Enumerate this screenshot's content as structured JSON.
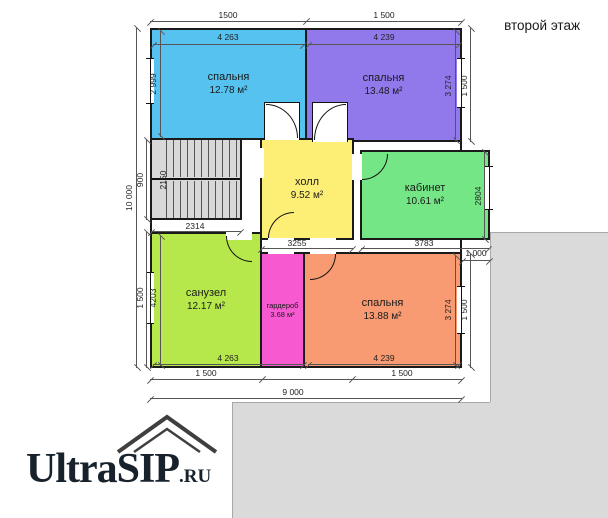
{
  "title": "второй этаж",
  "logo": {
    "name": "UltraSIP",
    "tld": ".RU"
  },
  "rooms": [
    {
      "name": "спальня",
      "area": "12.78 м²",
      "color": "#56c2f0"
    },
    {
      "name": "спальня",
      "area": "13.48 м²",
      "color": "#9179ec"
    },
    {
      "name": "холл",
      "area": "9.52 м²",
      "color": "#fdee75"
    },
    {
      "name": "кабинет",
      "area": "10.61 м²",
      "color": "#74e686"
    },
    {
      "name": "санузел",
      "area": "12.17 м²",
      "color": "#b7e84b"
    },
    {
      "name": "гардероб",
      "area": "3.68 м²",
      "color": "#f75ad0"
    },
    {
      "name": "спальня",
      "area": "13.88 м²",
      "color": "#f89b72"
    }
  ],
  "colors": {
    "stairs": "#d8d8d8",
    "outside": "#dadada",
    "wall": "#1a1a1a",
    "dim_line": "#555555",
    "logo_text": "#18222d",
    "title_text": "#1a1a1a"
  },
  "dims": {
    "top_seg_left": "1500",
    "top_seg_right": "1 500",
    "bedroom1_w": "4 263",
    "bedroom2_w": "4 239",
    "bedroom1_h": "2 999",
    "bedroom2_h": "3 274",
    "right_top": "1 500",
    "left_900": "900",
    "stairs_h": "2150",
    "overall_h": "10 000",
    "stairs_w": "2314",
    "hall_w": "3255",
    "office_w": "3783",
    "office_h": "2804",
    "bay_depth": "1 000",
    "bath_h": "4203",
    "left_bottom": "1 500",
    "bedroom4_h": "3 274",
    "right_bottom": "1 500",
    "bath_w": "4 263",
    "bedroom4_w": "4 239",
    "bottom_seg_left": "1 500",
    "bottom_seg_right": "1 500",
    "overall_w": "9 000"
  }
}
